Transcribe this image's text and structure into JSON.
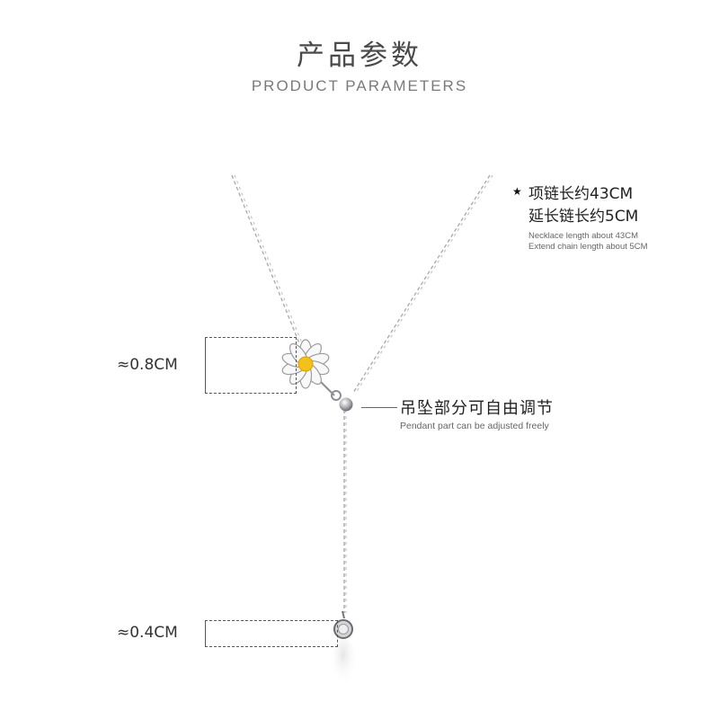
{
  "header": {
    "title_cn": "产品参数",
    "title_en": "PRODUCT PARAMETERS"
  },
  "specs": {
    "star_icon": "★",
    "length_cn": "项链长约43CM",
    "extension_cn": "延长链长约5CM",
    "length_en": "Necklace length about 43CM",
    "extension_en": "Extend chain length about 5CM"
  },
  "dimensions": {
    "flower_size": "≈0.8CM",
    "stone_size": "≈0.4CM"
  },
  "pendant_note": {
    "cn": "吊坠部分可自由调节",
    "en": "Pendant part can be adjusted freely"
  },
  "colors": {
    "silver": "#b8b8bc",
    "petal": "#f7f7f7",
    "center": "#f2c21a",
    "text_dark": "#333333",
    "text_muted": "#777777"
  }
}
